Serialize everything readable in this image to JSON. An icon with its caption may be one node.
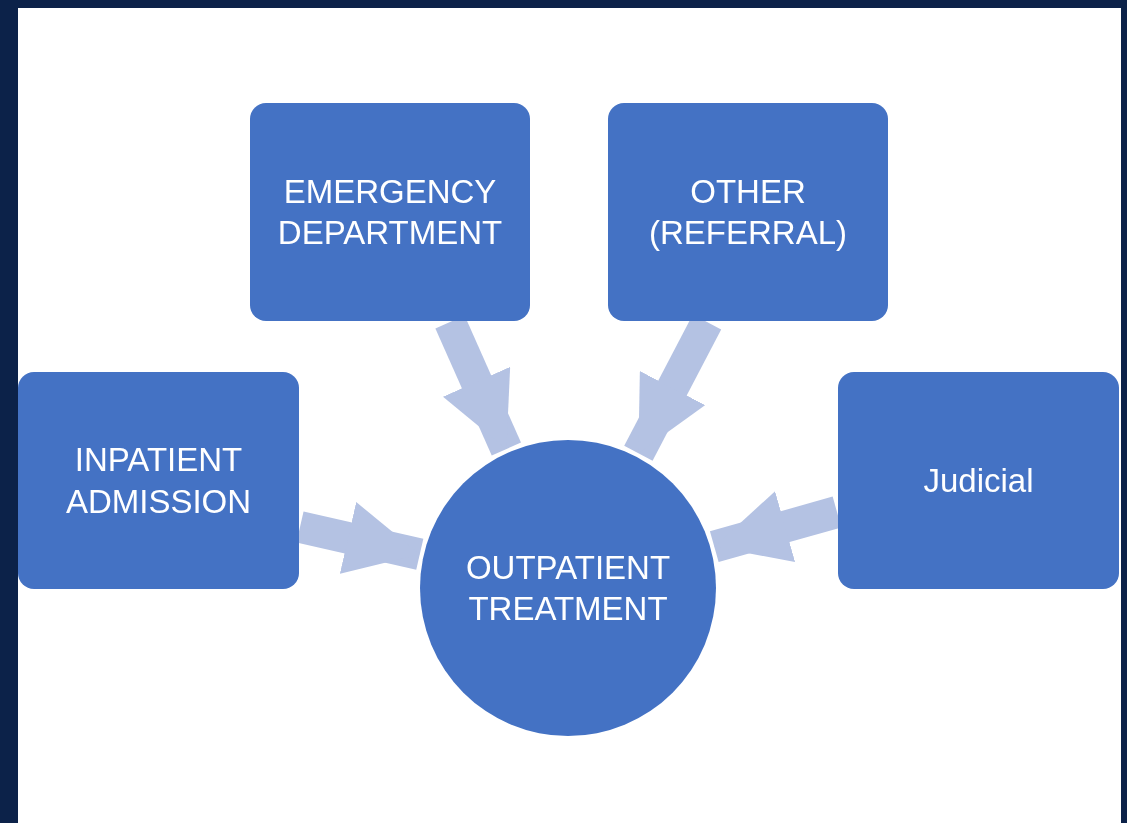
{
  "diagram": {
    "nodes": [
      {
        "text": [
          "EMERGENCY DEPARTMENT"
        ]
      },
      {
        "text": [
          "OTHER (REFERRAL)"
        ]
      },
      {
        "text": [
          "INPATIENT ADMISSION"
        ]
      },
      {
        "text": [
          "Judicial"
        ]
      },
      {
        "text": [
          "OUTPATIENT TREATMENT"
        ]
      }
    ],
    "edges": [
      {
        "from": 0,
        "to": 4,
        "arrow": "to"
      },
      {
        "from": 1,
        "to": 4,
        "arrow": "to"
      },
      {
        "from": 2,
        "to": 4,
        "arrow": "to"
      },
      {
        "from": 3,
        "to": 4,
        "arrow": "to"
      }
    ]
  }
}
